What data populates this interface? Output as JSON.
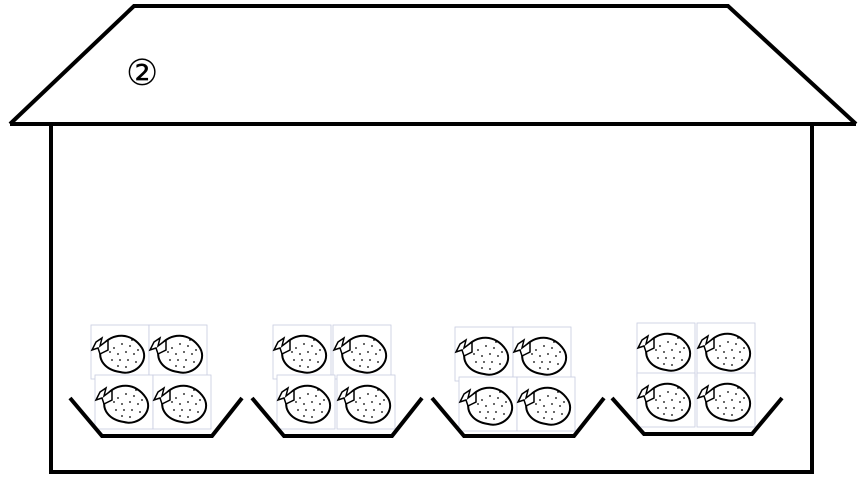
{
  "figure": {
    "label": "②",
    "description_items": {
      "basket_count": 4,
      "strawberries_per_basket": 4
    }
  }
}
